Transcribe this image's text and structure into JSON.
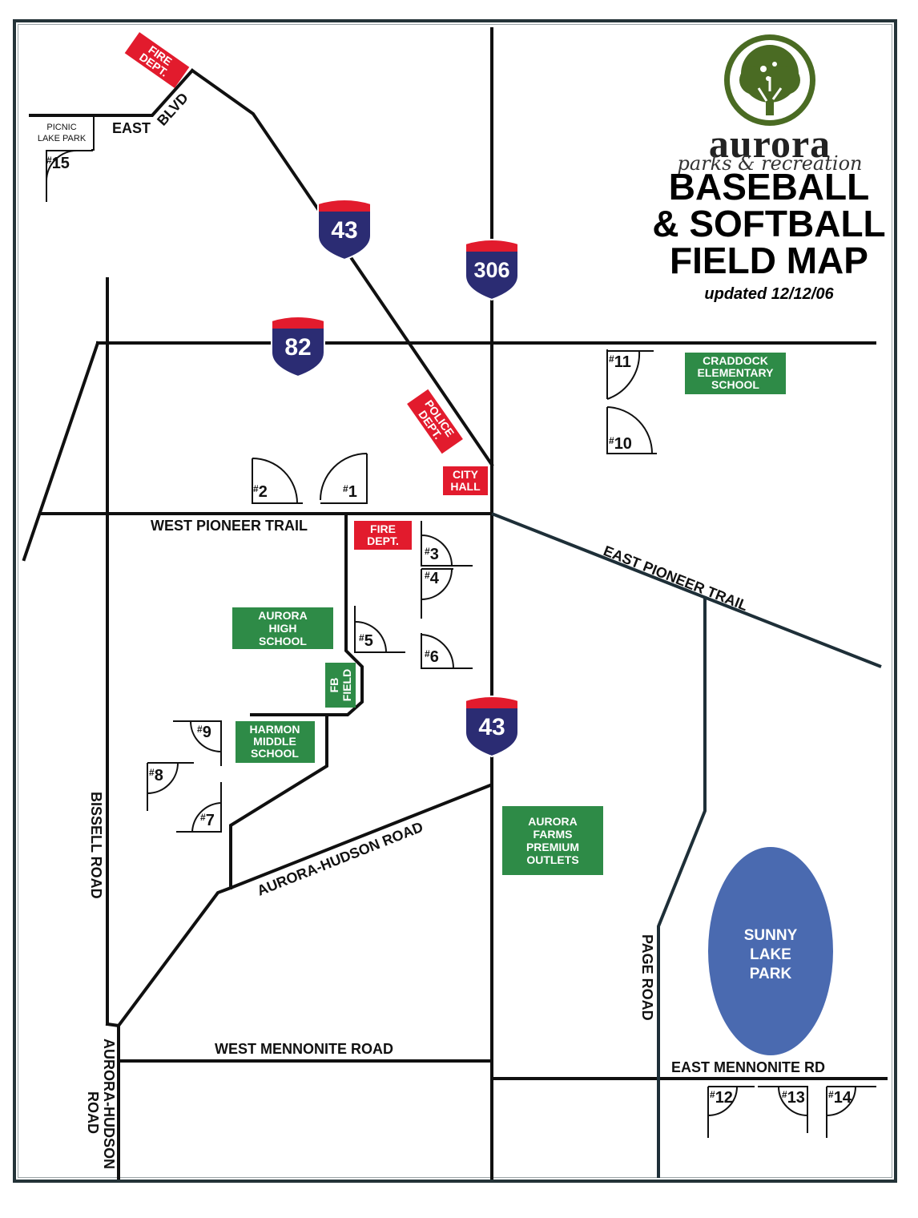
{
  "logo": {
    "name": "aurora",
    "tagline": "parks & recreation",
    "colors": {
      "ring": "#4a6b23",
      "tree": "#4a6b23"
    }
  },
  "title": {
    "line1": "BASEBALL",
    "line2": "& SOFTBALL",
    "line3": "FIELD MAP",
    "updated": "updated 12/12/06"
  },
  "highway_shields": [
    {
      "number": "43",
      "id": "i43-north"
    },
    {
      "number": "306",
      "id": "i306"
    },
    {
      "number": "82",
      "id": "i82"
    },
    {
      "number": "43",
      "id": "i43-south"
    }
  ],
  "roads": {
    "east_blvd_east": "EAST",
    "east_blvd_blvd": "BLVD",
    "west_pioneer_trail": "WEST PIONEER TRAIL",
    "east_pioneer_trail": "EAST PIONEER TRAIL",
    "aurora_hudson_road": "AURORA-HUDSON ROAD",
    "bissell_road": "BISSELL ROAD",
    "aurora_hudson_road_vertical_1": "AURORA-HUDSON",
    "aurora_hudson_road_vertical_2": "ROAD",
    "west_mennonite_road": "WEST MENNONITE ROAD",
    "east_mennonite_rd": "EAST MENNONITE RD",
    "page_road": "PAGE ROAD"
  },
  "red_labels": {
    "fire_dept_north_1": "FIRE",
    "fire_dept_north_2": "DEPT.",
    "police_dept_1": "POLICE",
    "police_dept_2": "DEPT.",
    "city_hall_1": "CITY",
    "city_hall_2": "HALL",
    "fire_dept_south_1": "FIRE",
    "fire_dept_south_2": "DEPT."
  },
  "green_labels": {
    "craddock_1": "CRADDOCK",
    "craddock_2": "ELEMENTARY",
    "craddock_3": "SCHOOL",
    "aurora_high_1": "AURORA",
    "aurora_high_2": "HIGH",
    "aurora_high_3": "SCHOOL",
    "fb_field_1": "FB",
    "fb_field_2": "FIELD",
    "harmon_1": "HARMON",
    "harmon_2": "MIDDLE",
    "harmon_3": "SCHOOL",
    "outlets_1": "AURORA",
    "outlets_2": "FARMS",
    "outlets_3": "PREMIUM",
    "outlets_4": "OUTLETS"
  },
  "park_labels": {
    "picnic_1": "PICNIC",
    "picnic_2": "LAKE PARK",
    "sunny_1": "SUNNY",
    "sunny_2": "LAKE",
    "sunny_3": "PARK"
  },
  "fields": {
    "hash": "#",
    "f1": "1",
    "f2": "2",
    "f3": "3",
    "f4": "4",
    "f5": "5",
    "f6": "6",
    "f7": "7",
    "f8": "8",
    "f9": "9",
    "f10": "10",
    "f11": "11",
    "f12": "12",
    "f13": "13",
    "f14": "14",
    "f15": "15"
  },
  "colors": {
    "road": "#101010",
    "road_blue": "#1e2f38",
    "red_label": "#e21b2d",
    "green_label": "#2e8b47",
    "lake": "#4a6ab0",
    "shield_blue": "#2b2c73",
    "shield_red": "#e21b2d"
  }
}
